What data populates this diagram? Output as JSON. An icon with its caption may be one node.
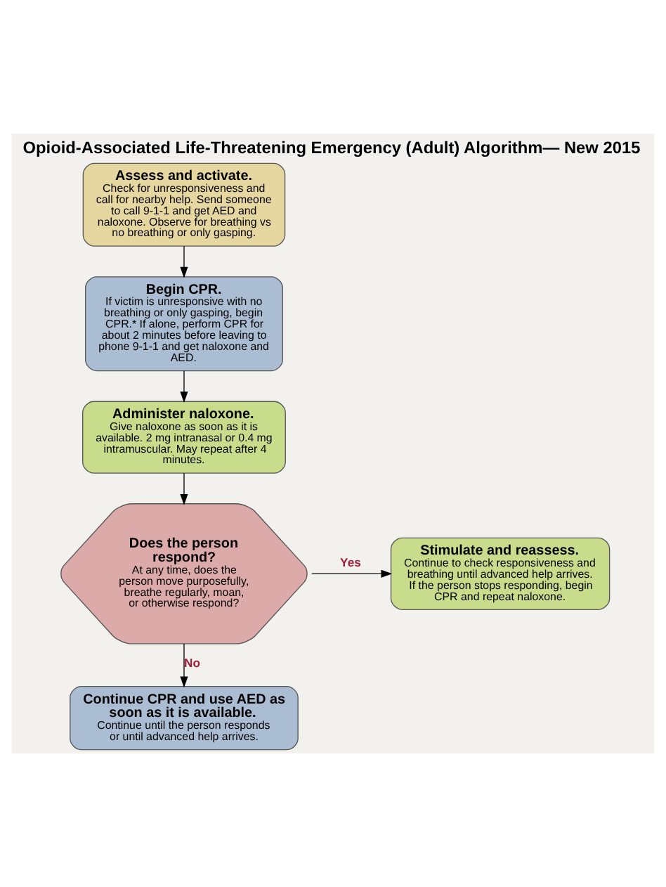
{
  "diagram": {
    "title": "Opioid-Associated Life-Threatening Emergency (Adult) Algorithm— New 2015",
    "nodes": [
      {
        "text": [
          "Assess and activate.",
          "Check for unresponsiveness and call for nearby help. Send someone to call 9-1-1 and get AED and naloxone. Observe for breathing vs no breathing or only gasping."
        ]
      },
      {
        "text": [
          "Begin CPR.",
          "If victim is unresponsive with no breathing or only gasping, begin CPR.* If alone, perform CPR for about 2 minutes before leaving to phone 9-1-1 and get naloxone and AED."
        ]
      },
      {
        "text": [
          "Administer naloxone.",
          "Give naloxone as soon as it is available. 2 mg intranasal or 0.4 mg intramuscular. May repeat after 4 minutes."
        ]
      },
      {
        "text": [
          "Does the person respond?",
          "At any time, does the person move purposefully, breathe regularly, moan, or otherwise respond?"
        ]
      },
      {
        "text": [
          "Stimulate and reassess.",
          "Continue to check responsiveness and breathing until advanced help arrives. If the person stops responding, begin CPR and repeat naloxone."
        ]
      },
      {
        "text": [
          "Continue CPR and use AED as soon as it is available.",
          "Continue until the person responds or until advanced help arrives."
        ]
      }
    ],
    "edges": [
      {
        "from": 0,
        "to": 1,
        "arrow": "to"
      },
      {
        "from": 1,
        "to": 2,
        "arrow": "to"
      },
      {
        "from": 2,
        "to": 3,
        "arrow": "to"
      },
      {
        "from": 3,
        "to": 4,
        "arrow": "to",
        "label": "Yes"
      },
      {
        "from": 3,
        "to": 5,
        "arrow": "to",
        "label": "No"
      }
    ]
  }
}
